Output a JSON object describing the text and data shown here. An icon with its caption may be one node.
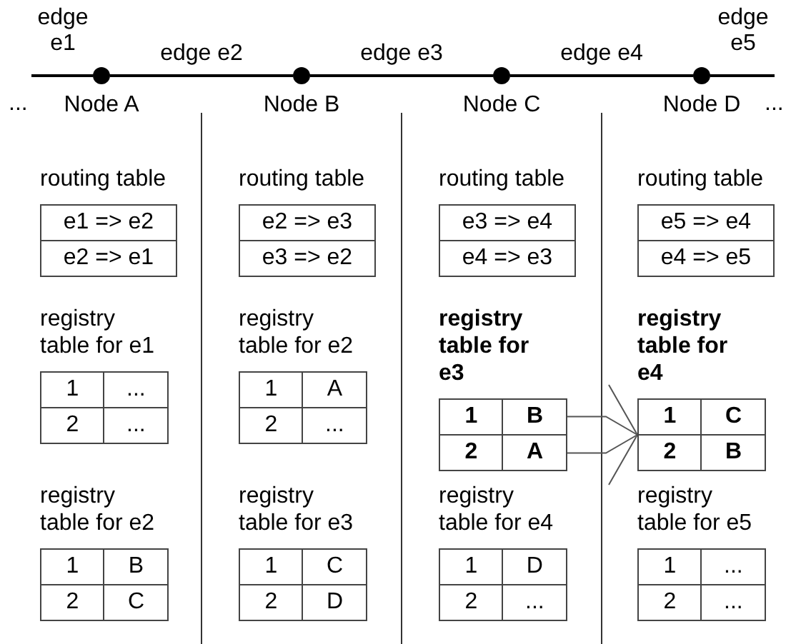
{
  "diagram": {
    "nodes": [
      {
        "text": [
          "Node A"
        ]
      },
      {
        "text": [
          "Node B"
        ]
      },
      {
        "text": [
          "Node C"
        ]
      },
      {
        "text": [
          "Node D"
        ]
      },
      {
        "text": [
          "routing table",
          "e1 => e2",
          "e2 => e1"
        ]
      },
      {
        "text": [
          "routing table",
          "e2 => e3",
          "e3 => e2"
        ]
      },
      {
        "text": [
          "routing table",
          "e3 => e4",
          "e4 => e3"
        ]
      },
      {
        "text": [
          "routing table",
          "e5 => e4",
          "e4 => e5"
        ]
      },
      {
        "text": [
          "registry table for e1",
          "1",
          "...",
          "2",
          "..."
        ]
      },
      {
        "text": [
          "registry table for e2",
          "1",
          "A",
          "2",
          "..."
        ]
      },
      {
        "text": [
          "registry table for e3",
          "1",
          "B",
          "2",
          "A"
        ]
      },
      {
        "text": [
          "registry table for e4",
          "1",
          "C",
          "2",
          "B"
        ]
      },
      {
        "text": [
          "registry table for e2",
          "1",
          "B",
          "2",
          "C"
        ]
      },
      {
        "text": [
          "registry table for e3",
          "1",
          "C",
          "2",
          "D"
        ]
      },
      {
        "text": [
          "registry table for e4",
          "1",
          "D",
          "2",
          "..."
        ]
      },
      {
        "text": [
          "registry table for e5",
          "1",
          "...",
          "2",
          "..."
        ]
      }
    ],
    "edges": [
      {
        "from": null,
        "to": 0,
        "arrow": "none",
        "label": "edge e1"
      },
      {
        "from": 0,
        "to": 1,
        "arrow": "none",
        "label": "edge e2"
      },
      {
        "from": 1,
        "to": 2,
        "arrow": "none",
        "label": "edge e3"
      },
      {
        "from": 2,
        "to": 3,
        "arrow": "none",
        "label": "edge e4"
      },
      {
        "from": 3,
        "to": null,
        "arrow": "none",
        "label": "edge e5"
      },
      {
        "from": 10,
        "to": 11,
        "arrow": "to"
      }
    ],
    "labels": [
      "...",
      "..."
    ]
  }
}
